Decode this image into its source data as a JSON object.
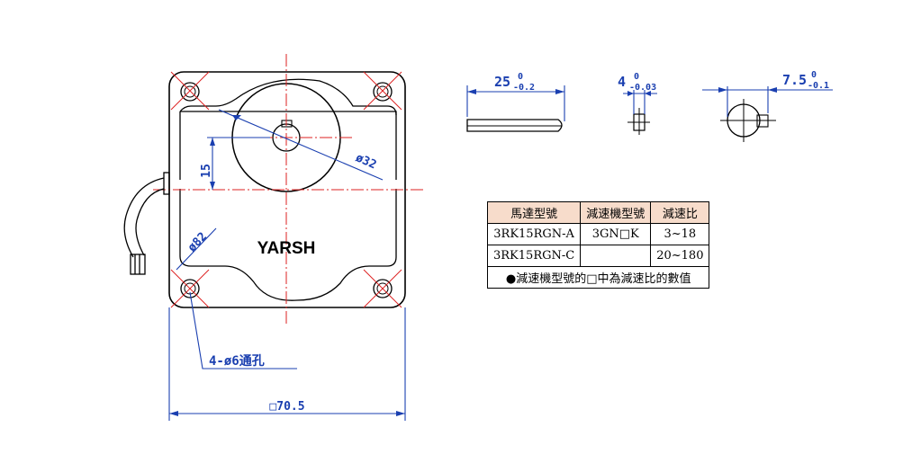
{
  "colors": {
    "outline": "#000000",
    "centerline": "#dd2222",
    "dimension": "#1a3fb0",
    "table_header_bg": "#f7dccb"
  },
  "drawing": {
    "brand": "YARSH",
    "dim_15": "15",
    "dim_phi32": "ø32",
    "dim_phi82": "ø82",
    "dim_holes": "4-ø6通孔",
    "dim_width": "□70.5",
    "shaft_length": {
      "main": "25",
      "upper": "0",
      "lower": "-0.2"
    },
    "key_width": {
      "main": "4",
      "upper": "0",
      "lower": "-0.03"
    },
    "key_height": {
      "main": "7.5",
      "upper": "0",
      "lower": "-0.1"
    }
  },
  "table": {
    "headers": [
      "馬達型號",
      "減速機型號",
      "減速比"
    ],
    "rows": [
      [
        "3RK15RGN-A",
        "3GN□K",
        "3~18"
      ],
      [
        "3RK15RGN-C",
        "",
        "20~180"
      ]
    ],
    "note": "●減速機型號的□中為減速比的數值"
  }
}
